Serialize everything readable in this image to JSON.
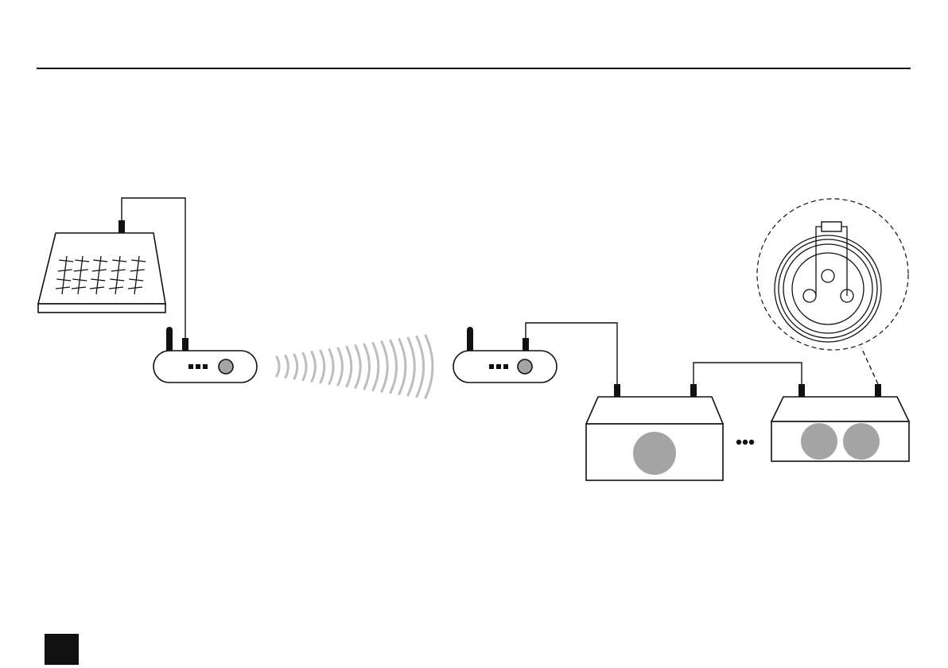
{
  "page": {
    "title": "",
    "caption": ""
  },
  "diagram": {
    "nodes": [
      {
        "id": "controller",
        "kind": "dmx-controller-console",
        "icon": "mixing-console-icon"
      },
      {
        "id": "wireless-transmitter",
        "kind": "wireless-dmx-transmitter",
        "icon": "antenna-icon"
      },
      {
        "id": "wireless-receiver",
        "kind": "wireless-dmx-receiver",
        "icon": "antenna-icon"
      },
      {
        "id": "fixture-1",
        "kind": "lighting-fixture-single-lens",
        "icon": "spotlight-icon"
      },
      {
        "id": "fixture-last",
        "kind": "lighting-fixture-dual-lens",
        "icon": "spotlight-icon"
      },
      {
        "id": "terminator-detail",
        "kind": "xlr-terminator-plug-with-resistor",
        "icon": "xlr-plug-icon"
      }
    ],
    "links": [
      {
        "from": "controller",
        "to": "wireless-transmitter",
        "type": "cable"
      },
      {
        "from": "wireless-transmitter",
        "to": "wireless-receiver",
        "type": "radio"
      },
      {
        "from": "wireless-receiver",
        "to": "fixture-1",
        "type": "cable"
      },
      {
        "from": "fixture-1",
        "to": "fixture-last",
        "type": "cable-daisy-chain"
      },
      {
        "from": "fixture-last",
        "to": "terminator-detail",
        "type": "detail-callout"
      }
    ],
    "continuation_marker": "ellipsis-dots",
    "colors": {
      "stroke": "#111111",
      "fill": "#ffffff",
      "lens_gray": "#a4a4a4",
      "wave_gray": "#bdbdbd",
      "badge": "#111111"
    }
  }
}
